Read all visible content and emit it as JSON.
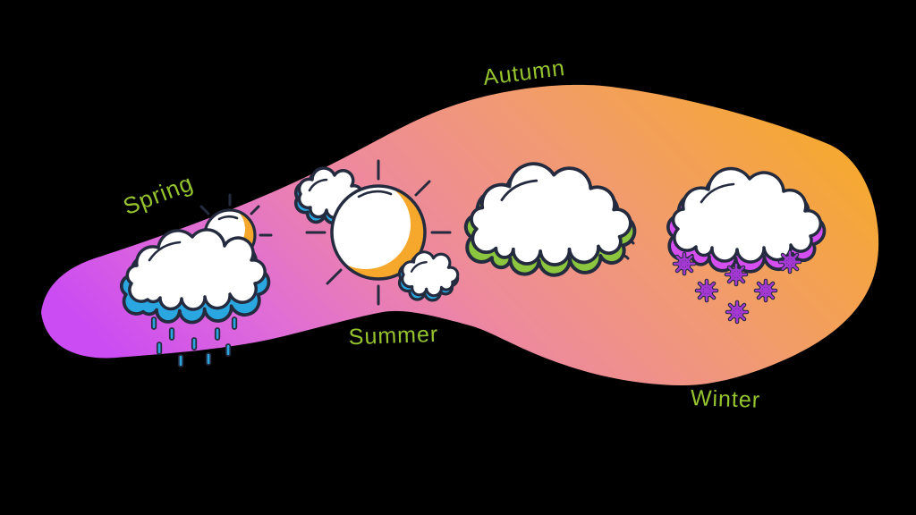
{
  "scene": {
    "description": "Four seasons weather diagram on a gradient blob",
    "background_color": "#000000"
  },
  "seasons": [
    {
      "id": "spring",
      "label": "Spring",
      "icon": "sun-behind-rain-cloud-icon",
      "accent_color": "#2aa7e0"
    },
    {
      "id": "summer",
      "label": "Summer",
      "icon": "sun-with-clouds-icon",
      "accent_color": "#f6a82c"
    },
    {
      "id": "autumn",
      "label": "Autumn",
      "icon": "wind-cloud-icon",
      "accent_color": "#8cc63e"
    },
    {
      "id": "winter",
      "label": "Winter",
      "icon": "snow-cloud-icon",
      "accent_color": "#d54ff0"
    }
  ],
  "colors": {
    "background": "#000000",
    "label_green": "#95c42e",
    "outline": "#252b3f",
    "cloud_white": "#ffffff",
    "rain_blue": "#2aa7e0",
    "sun_orange": "#f6a82c",
    "autumn_green": "#8cc63e",
    "winter_magenta": "#d54ff0",
    "snowflake_purple": "#a438d2",
    "blob_gradient": [
      "#cb4cf2",
      "#e06cd8",
      "#ee8a9c",
      "#f19a72",
      "#f6a92e"
    ]
  }
}
